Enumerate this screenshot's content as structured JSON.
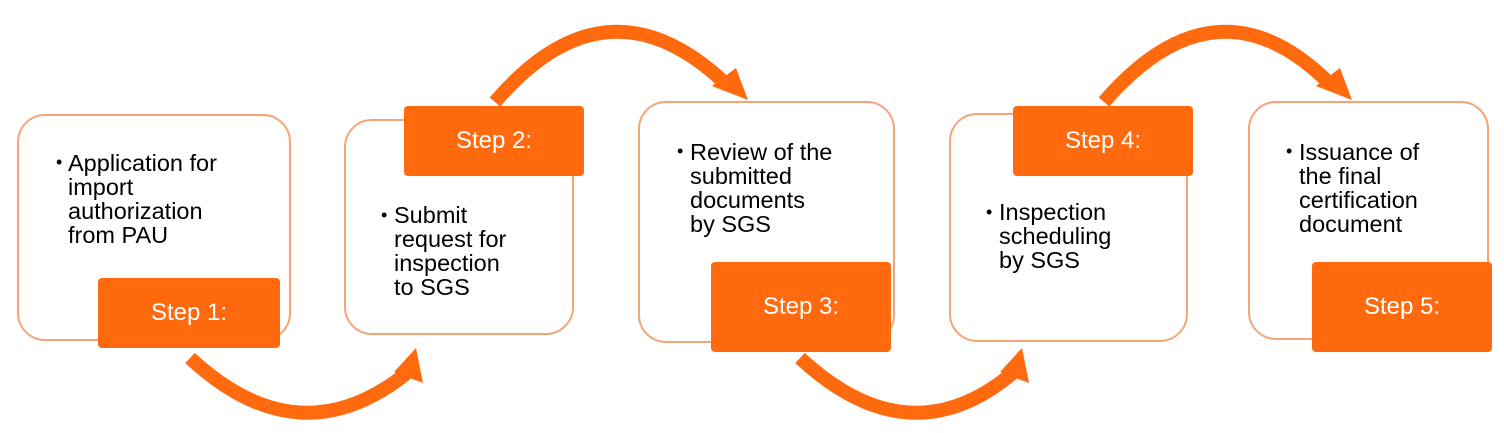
{
  "colors": {
    "accent": "#FF6A0E",
    "box_border": "#F4A477",
    "arrow": "#FF6A0E"
  },
  "steps": [
    {
      "label": "Step 1:",
      "lines": [
        "Application for",
        "import",
        "authorization",
        "from PAU"
      ]
    },
    {
      "label": "Step 2:",
      "lines": [
        "Submit",
        "request for",
        "inspection",
        "to SGS"
      ]
    },
    {
      "label": "Step 3:",
      "lines": [
        "Review of the",
        "submitted",
        "documents",
        "by SGS"
      ]
    },
    {
      "label": "Step 4:",
      "lines": [
        "Inspection",
        "scheduling",
        "by SGS"
      ]
    },
    {
      "label": "Step 5:",
      "lines": [
        "Issuance of",
        "the final",
        "certification",
        "document"
      ]
    }
  ]
}
